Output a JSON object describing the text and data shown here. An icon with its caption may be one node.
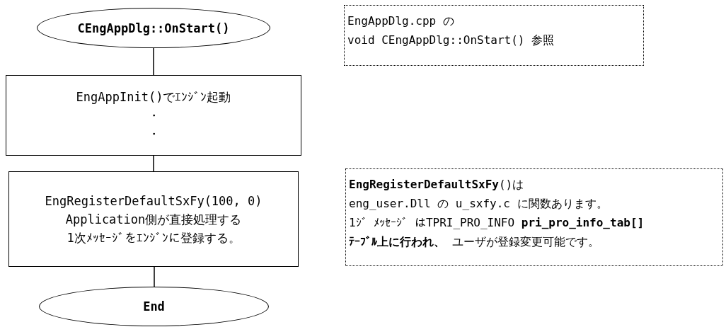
{
  "diagram": {
    "nodes": [
      {
        "text": [
          "CEngAppDlg::OnStart()"
        ]
      },
      {
        "text": [
          "EngAppInit()でｴﾝｼﾞﾝ起動",
          "・",
          "・"
        ]
      },
      {
        "text": [
          "EngRegisterDefaultSxFy(100, 0)",
          "Application側が直接処理する",
          "1次ﾒｯｾｰｼﾞをｴﾝｼﾞﾝに登録する。"
        ]
      },
      {
        "text": [
          "End"
        ]
      },
      {
        "text": [
          "EngAppDlg.cpp の",
          "void CEngAppDlg::OnStart() 参照"
        ]
      },
      {
        "text": [
          "**EngRegisterDefaultSxFy**()は",
          "eng_user.Dll の u_sxfy.c に関数あります。",
          "1ｼﾞ ﾒｯｾｰｼﾞ はTPRI_PRO_INFO **pri_pro_info_tab[]**",
          "**ﾃｰﾌﾞﾙ上に行われ、** ユーザが登録変更可能です。"
        ]
      }
    ],
    "edges": [
      {
        "from": 0,
        "to": 1,
        "arrow": "none"
      },
      {
        "from": 1,
        "to": 2,
        "arrow": "none"
      },
      {
        "from": 2,
        "to": 3,
        "arrow": "none"
      }
    ]
  }
}
